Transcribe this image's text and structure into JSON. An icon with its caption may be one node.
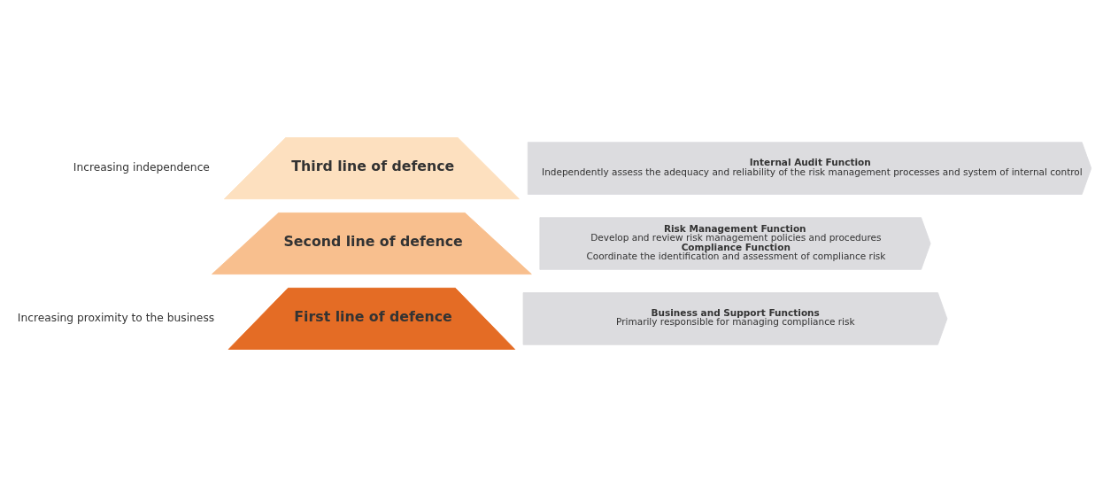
{
  "diagram": {
    "nodes": [
      {
        "text": [
          "Third line of defence"
        ]
      },
      {
        "text": [
          "Internal Audit Function",
          "Independently assess the adequacy and reliability of the risk management processes and system of internal control"
        ]
      },
      {
        "text": [
          "Second line of defence"
        ]
      },
      {
        "text": [
          "Risk Management Function",
          "Develop and review risk management policies and procedures",
          "Compliance Function",
          "Coordinate the identification and assessment of compliance risk"
        ]
      },
      {
        "text": [
          "First line of defence"
        ]
      },
      {
        "text": [
          "Business and Support Functions",
          "Primarily responsible for managing compliance risk"
        ]
      }
    ],
    "labels": [
      "Increasing independence",
      "Increasing proximity to the business"
    ]
  }
}
